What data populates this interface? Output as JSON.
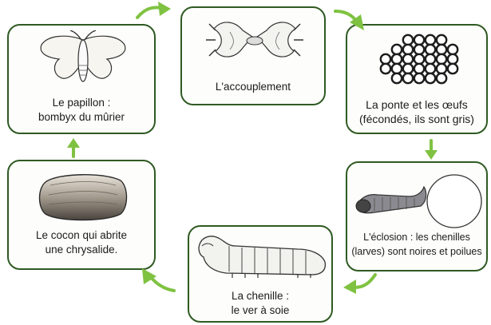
{
  "stages": [
    {
      "id": "papillon",
      "lines": [
        "Le papillon :",
        "bombyx du mûrier"
      ],
      "icon": "moth-icon"
    },
    {
      "id": "accouplement",
      "lines": [
        "L'accouplement"
      ],
      "icon": "mating-moths-icon"
    },
    {
      "id": "ponte",
      "lines": [
        "La ponte et les œufs",
        "(fécondés, ils sont gris)"
      ],
      "icon": "eggs-icon"
    },
    {
      "id": "eclosion",
      "lines": [
        "L'éclosion : les chenilles",
        "(larves) sont noires et poilues"
      ],
      "icon": "larva-icon"
    },
    {
      "id": "chenille",
      "lines": [
        "La chenille :",
        "le ver à soie"
      ],
      "icon": "caterpillar-icon"
    },
    {
      "id": "cocon",
      "lines": [
        "Le cocon qui abrite",
        "une chrysalide."
      ],
      "icon": "cocoon-icon"
    }
  ],
  "colors": {
    "border": "#2f5a22",
    "arrow": "#7fc241",
    "text": "#1b1b1b"
  }
}
